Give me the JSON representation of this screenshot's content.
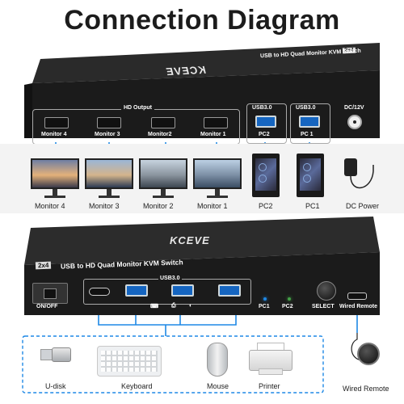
{
  "title": "Connection Diagram",
  "top_device": {
    "badge": "2x4",
    "model": "USB to HD Quad Monitor KVM Switch",
    "logo": "KCEVE",
    "hd_output_label": "HD Output",
    "hdmi_ports": [
      "Monitor 4",
      "Monitor 3",
      "Monitor2",
      "Monitor 1"
    ],
    "usb_ports": [
      {
        "header": "USB3.0",
        "label": "PC2"
      },
      {
        "header": "USB3.0",
        "label": "PC 1"
      }
    ],
    "power_label": "DC/12V"
  },
  "monitors": [
    "Monitor 4",
    "Monitor 3",
    "Monitor 2",
    "Monitor 1"
  ],
  "pcs": [
    "PC2",
    "PC1"
  ],
  "power": "DC Power",
  "front_device": {
    "logo": "KCEVE",
    "badge": "2x4",
    "model": "USB to HD Quad Monitor KVM Switch",
    "switch_label": "ON/OFF",
    "usb_label": "USB3.0",
    "pc1": "PC1",
    "pc2": "PC2",
    "select": "SELECT",
    "remote": "Wired Remote"
  },
  "peripherals": [
    "U-disk",
    "Keyboard",
    "Mouse",
    "Printer"
  ],
  "wired_remote": "Wired Remote",
  "colors": {
    "accent": "#1e88e5",
    "device": "#1b1b1b",
    "usb_blue": "#1565c0",
    "led_blue": "#1e88e5",
    "led_green": "#43a047"
  }
}
